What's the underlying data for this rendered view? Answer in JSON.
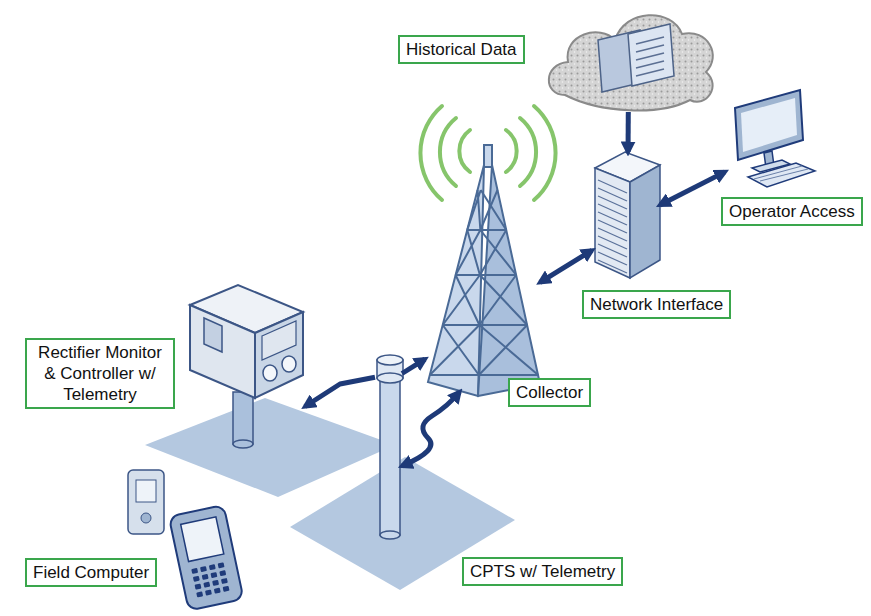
{
  "diagram": {
    "nodes": [
      {
        "text": [
          "Historical Data"
        ]
      },
      {
        "text": [
          "Operator Access"
        ]
      },
      {
        "text": [
          "Network Interface"
        ]
      },
      {
        "text": [
          "Rectifier Monitor & Controller w/ Telemetry"
        ]
      },
      {
        "text": [
          "Collector"
        ]
      },
      {
        "text": [
          "Field Computer"
        ]
      },
      {
        "text": [
          "CPTS w/ Telemetry"
        ]
      }
    ],
    "edges": [
      {
        "from": 0,
        "to": 2,
        "arrow": "to"
      },
      {
        "from": 2,
        "to": 1,
        "arrow": "both"
      },
      {
        "from": 4,
        "to": 2,
        "arrow": "both"
      },
      {
        "from": 6,
        "to": 4,
        "arrow": "to"
      },
      {
        "from": 6,
        "to": 4,
        "arrow": "both"
      },
      {
        "from": 6,
        "to": 3,
        "arrow": "to"
      }
    ]
  }
}
